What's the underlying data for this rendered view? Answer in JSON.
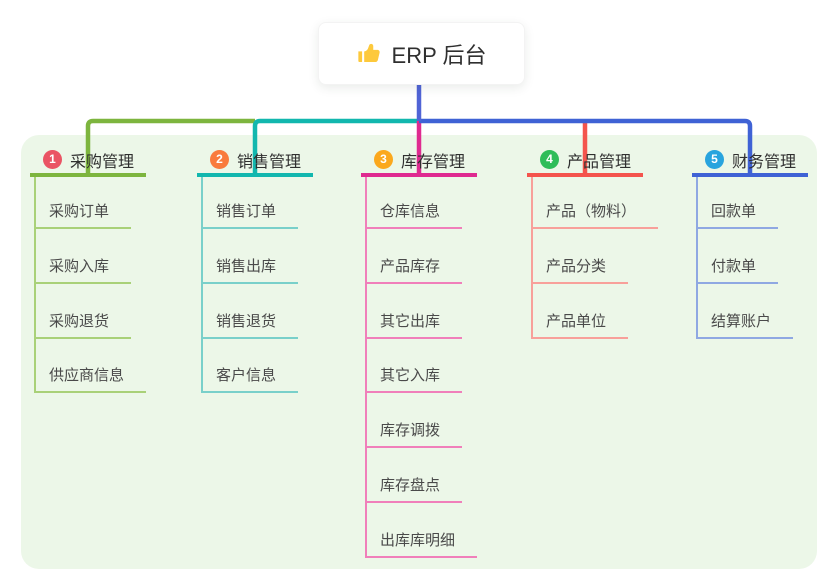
{
  "root": {
    "title": "ERP 后台",
    "icon": "thumbs-up-icon"
  },
  "branches": [
    {
      "badge": "1",
      "label": "采购管理",
      "badge_color": "#ea5464",
      "line_color": "#7db53e",
      "child_line_color": "#a9d178",
      "children": [
        "采购订单",
        "采购入库",
        "采购退货",
        "供应商信息"
      ]
    },
    {
      "badge": "2",
      "label": "销售管理",
      "badge_color": "#f97b3d",
      "line_color": "#12b7ae",
      "child_line_color": "#79d0ca",
      "children": [
        "销售订单",
        "销售出库",
        "销售退货",
        "客户信息"
      ]
    },
    {
      "badge": "3",
      "label": "库存管理",
      "badge_color": "#fba81d",
      "line_color": "#df2a90",
      "child_line_color": "#f07fba",
      "children": [
        "仓库信息",
        "产品库存",
        "其它出库",
        "其它入库",
        "库存调拨",
        "库存盘点",
        "出库库明细"
      ]
    },
    {
      "badge": "4",
      "label": "产品管理",
      "badge_color": "#2fbd59",
      "line_color": "#f4544d",
      "child_line_color": "#f8a09a",
      "children": [
        "产品（物料）",
        "产品分类",
        "产品单位"
      ]
    },
    {
      "badge": "5",
      "label": "财务管理",
      "badge_color": "#28a4de",
      "line_color": "#3f62d5",
      "child_line_color": "#8fa8e2",
      "children": [
        "回款单",
        "付款单",
        "结算账户"
      ]
    }
  ],
  "colors": {
    "panel_bg": "#ecf7e8",
    "root_line": "#5064d6",
    "thumb_icon": "#fdc93c"
  }
}
